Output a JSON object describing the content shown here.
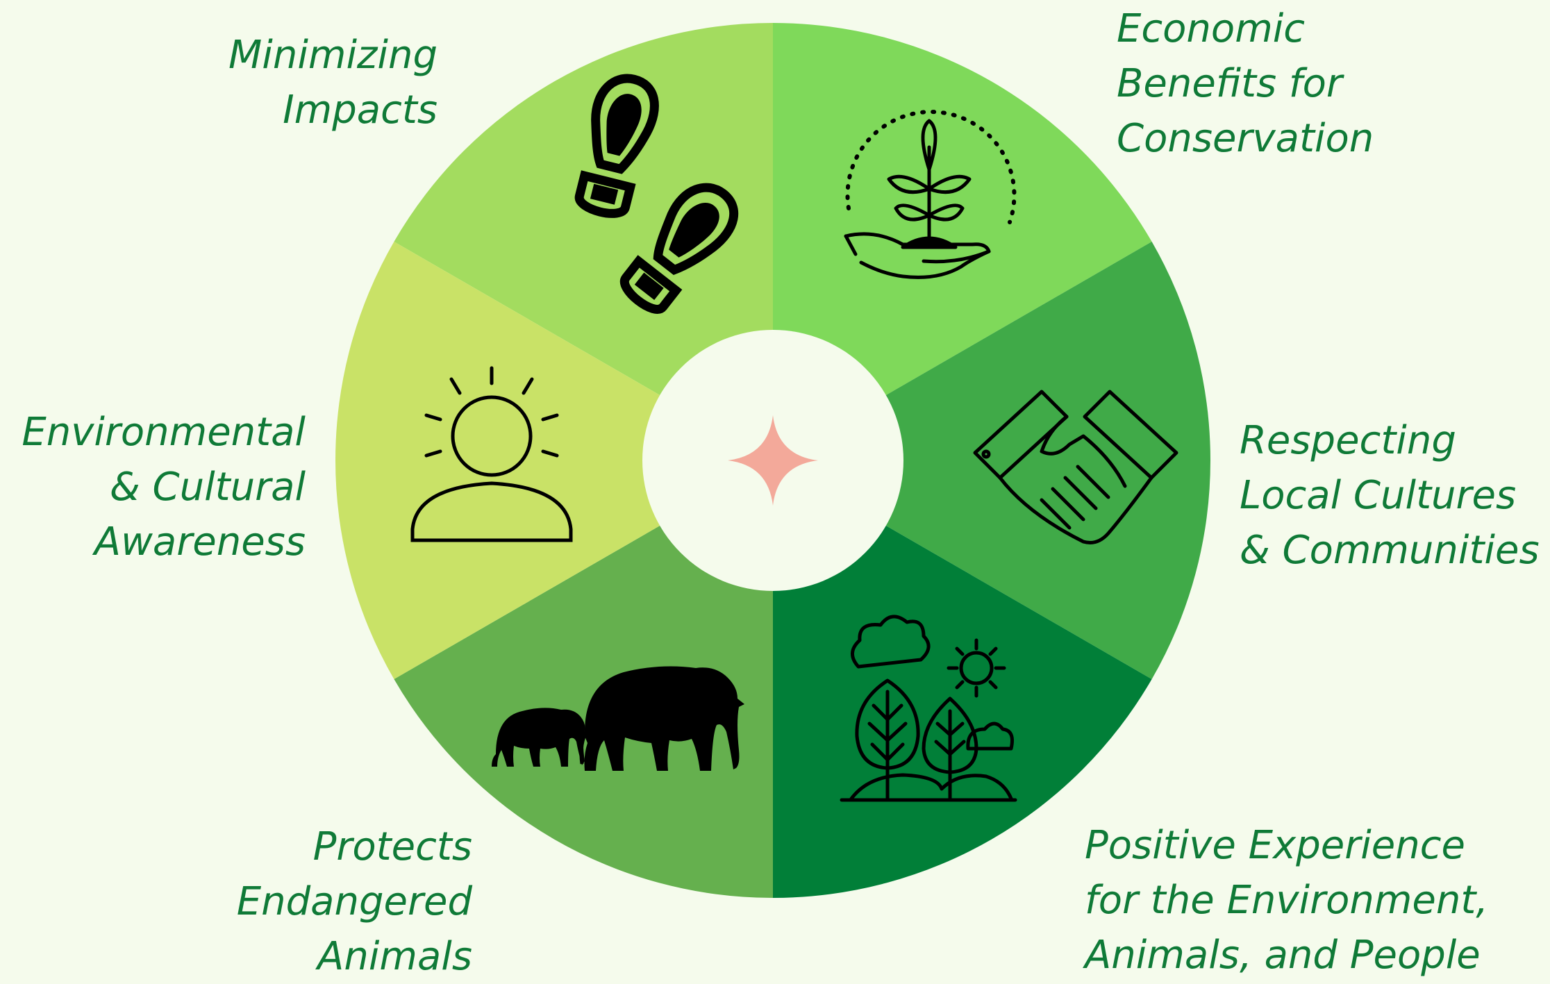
{
  "colors": {
    "background": "#f5fbec",
    "label_text": "#0f7a37",
    "center_circle": "#f5fbec",
    "center_star": "#f3a99a",
    "icon": "#000000"
  },
  "segments": [
    {
      "id": "minimizing",
      "color": "#a3dc5f",
      "icon": "footprints-icon",
      "label_lines": [
        "Minimizing",
        "Impacts"
      ]
    },
    {
      "id": "economic",
      "color": "#7fd95a",
      "icon": "hand-plant-icon",
      "label_lines": [
        "Economic",
        "Benefits for",
        "Conservation"
      ]
    },
    {
      "id": "respecting",
      "color": "#40aa48",
      "icon": "handshake-icon",
      "label_lines": [
        "Respecting",
        "Local Cultures",
        "& Communities"
      ]
    },
    {
      "id": "positive",
      "color": "#017f38",
      "icon": "trees-sun-icon",
      "label_lines": [
        "Positive Experience",
        "for the Environment,",
        "Animals, and People"
      ]
    },
    {
      "id": "protects",
      "color": "#65b04e",
      "icon": "elephants-icon",
      "label_lines": [
        "Protects",
        "Endangered",
        "Animals"
      ]
    },
    {
      "id": "awareness",
      "color": "#c9e267",
      "icon": "person-sun-icon",
      "label_lines": [
        "Environmental",
        "& Cultural",
        "Awareness"
      ]
    }
  ]
}
